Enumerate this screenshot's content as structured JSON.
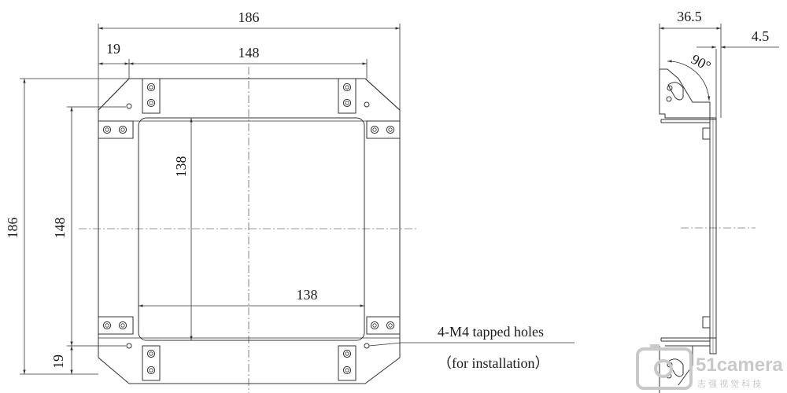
{
  "dimensions": {
    "top_overall": "186",
    "top_inner": "148",
    "top_offset": "19",
    "left_overall": "186",
    "left_inner": "148",
    "left_offset": "19",
    "window_height": "138",
    "window_width": "138",
    "side_depth": "36.5",
    "side_thickness": "4.5",
    "side_angle": "90°"
  },
  "notes": {
    "holes_line1": "4-M4 tapped holes",
    "holes_line2": "（for installation）"
  },
  "watermark": {
    "brand": "51camera",
    "subtitle": "志 强 视 觉 科 技"
  },
  "colors": {
    "line": "#333333",
    "text": "#1a1a1a",
    "watermark": "#c9c9c9"
  }
}
